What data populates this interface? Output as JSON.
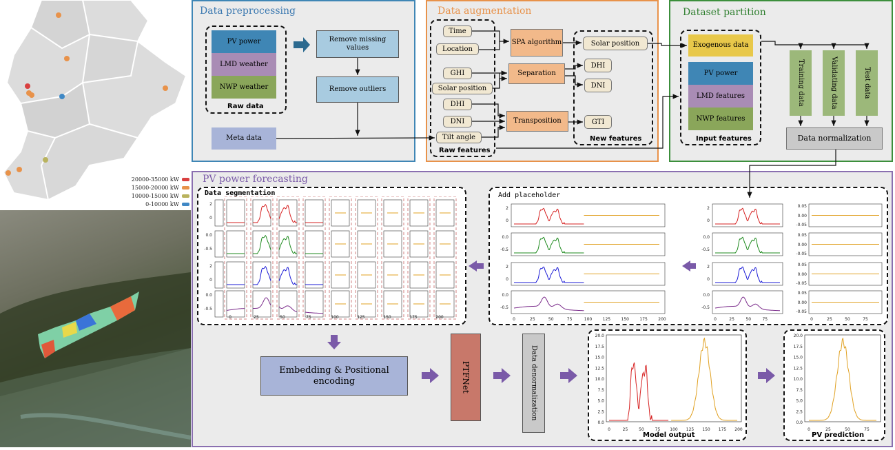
{
  "map": {
    "legend": [
      "20000-35000 kW",
      "15000-20000 kW",
      "10000-15000 kW",
      "0-10000 kW"
    ],
    "legend_colors": [
      "#d94040",
      "#e8924a",
      "#b9b35e",
      "#3f88c5"
    ]
  },
  "preprocessing": {
    "title": "Data preprocessing",
    "stack": [
      "PV power",
      "LMD weather",
      "NWP weather"
    ],
    "stack_colors": [
      "#3f86b5",
      "#a98cb5",
      "#8aa65a"
    ],
    "raw_caption": "Raw data",
    "remove_missing": "Remove missing values",
    "remove_outliers": "Remove outliers",
    "meta": "Meta data"
  },
  "augmentation": {
    "title": "Data augmentation",
    "time": "Time",
    "location": "Location",
    "spa": "SPA algorithm",
    "solar_position_out": "Solar position",
    "ghi": "GHI",
    "solar_position_in": "Solar position",
    "dhi": "DHI",
    "dni": "DNI",
    "tilt": "Tilt angle",
    "separation": "Separation",
    "transposition": "Transposition",
    "dhi_out": "DHI",
    "dni_out": "DNI",
    "gti": "GTI",
    "raw_caption": "Raw features",
    "new_caption": "New features"
  },
  "partition": {
    "title": "Dataset partition",
    "exogenous": "Exogenous data",
    "stack": [
      "PV power",
      "LMD features",
      "NWP features"
    ],
    "input_caption": "Input features",
    "training": "Training data",
    "validating": "Validating data",
    "test": "Test data",
    "normalization": "Data normalization"
  },
  "forecasting": {
    "title": "PV power forecasting",
    "segmentation": "Data segmentation",
    "placeholder": "Add placeholder",
    "embedding": "Embedding & Positional encoding",
    "ptfnet": "PTFNet",
    "denorm": "Data denormalization",
    "model_output": "Model output",
    "pv_prediction": "PV prediction",
    "series_colors": [
      "#d62020",
      "#1e8a1e",
      "#1a1ad6",
      "#7a2a8a"
    ],
    "placeholder_color": "#e0a020",
    "seg_xticks": [
      "0",
      "25",
      "50",
      "75",
      "100",
      "125",
      "150",
      "175",
      "200"
    ],
    "ph_xticks": [
      "0",
      "25",
      "50",
      "75",
      "100",
      "125",
      "150",
      "175",
      "200"
    ],
    "right_xticks": [
      "0",
      "25",
      "50",
      "75"
    ],
    "left_y": [
      [
        "2",
        "0"
      ],
      [
        "0.0",
        "-0.5"
      ],
      [
        "2",
        "0"
      ],
      [
        "0.0",
        "-0.5"
      ]
    ],
    "ph_y": [
      [
        "2",
        "0"
      ],
      [
        "0.0",
        "-0.5"
      ],
      [
        "2",
        "0"
      ],
      [
        "0.0",
        "-0.5"
      ]
    ],
    "zero_y": [
      "0.05",
      "0.00",
      "-0.05"
    ],
    "out_y": [
      "20.0",
      "17.5",
      "15.0",
      "12.5",
      "10.0",
      "7.5",
      "5.0",
      "2.5",
      "0.0"
    ],
    "out_x": [
      "0",
      "25",
      "50",
      "75",
      "100",
      "125",
      "150",
      "175",
      "200"
    ],
    "pred_x": [
      "0",
      "25",
      "50",
      "75"
    ]
  }
}
